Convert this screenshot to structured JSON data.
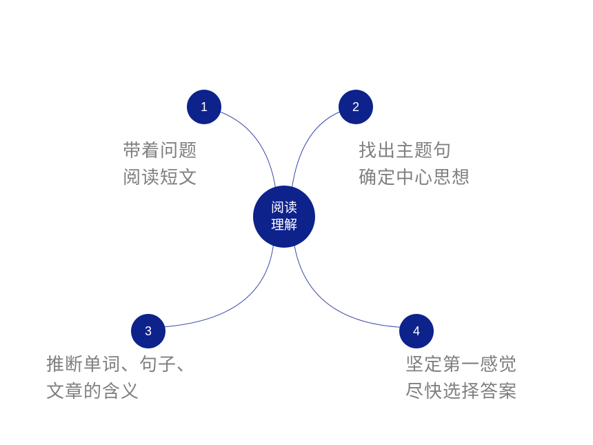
{
  "center": {
    "line1": "阅读",
    "line2": "理解"
  },
  "branches": [
    {
      "number": "1",
      "line1": "带着问题",
      "line2": "阅读短文"
    },
    {
      "number": "2",
      "line1": "找出主题句",
      "line2": "确定中心思想"
    },
    {
      "number": "3",
      "line1": "推断单词、句子、",
      "line2": "文章的含义"
    },
    {
      "number": "4",
      "line1": "坚定第一感觉",
      "line2": "尽快选择答案"
    }
  ],
  "colors": {
    "node_fill": "#0e228c",
    "connector": "#3a48a8",
    "label_text": "#7f7f7f"
  }
}
